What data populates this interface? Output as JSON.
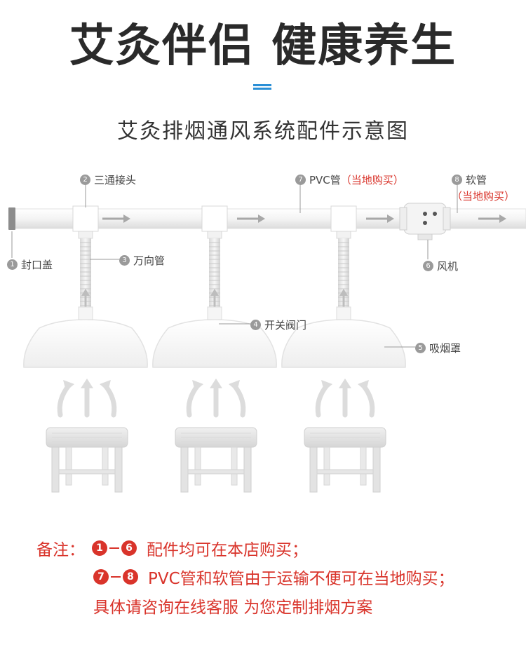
{
  "header": {
    "main_title": "艾灸伴侣 健康养生",
    "sub_title": "艾灸排烟通风系统配件示意图"
  },
  "labels": {
    "l1": {
      "num": "1",
      "text": "封口盖"
    },
    "l2": {
      "num": "2",
      "text": "三通接头"
    },
    "l3": {
      "num": "3",
      "text": "万向管"
    },
    "l4": {
      "num": "4",
      "text": "开关阀门"
    },
    "l5": {
      "num": "5",
      "text": "吸烟罩"
    },
    "l6": {
      "num": "6",
      "text": "风机"
    },
    "l7": {
      "num": "7",
      "text": "PVC管",
      "note": "（当地购买）"
    },
    "l8": {
      "num": "8",
      "text": "软管",
      "note": "（当地购买）"
    }
  },
  "notes": {
    "prefix": "备注：",
    "line1": {
      "from": "1",
      "to": "6",
      "text": "配件均可在本店购买；"
    },
    "line2": {
      "from": "7",
      "to": "8",
      "text": "PVC管和软管由于运输不便可在当地购买；"
    },
    "line3": "具体请咨询在线客服 为您定制排烟方案"
  },
  "colors": {
    "accent_blue": "#2a8fd6",
    "note_red": "#d9342b",
    "pipe": "#f3f3f3",
    "stool": "#e6e6e6"
  }
}
